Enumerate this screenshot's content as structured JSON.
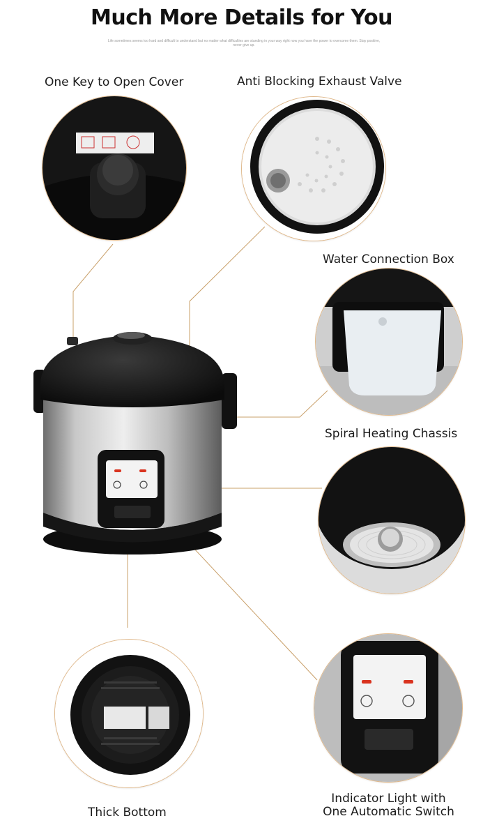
{
  "header": {
    "title": "Much More Details for You",
    "subtitle": "Life sometimes seems too hard and difficult to understand but no matter what difficulties are standing in your way right now you have the power to overcome them. Stay positive, never give up."
  },
  "labels": {
    "one_key": "One Key to Open Cover",
    "exhaust_valve": "Anti Blocking Exhaust Valve",
    "water_box": "Water Connection Box",
    "heating_chassis": "Spiral Heating Chassis",
    "thick_bottom": "Thick Bottom",
    "indicator_line1": "Indicator Light with",
    "indicator_line2": "One Automatic Switch"
  },
  "colors": {
    "accent_line": "#c9a06a",
    "circle_border": "#e0b98c",
    "body_black": "#141414",
    "steel": "#b9b9b9",
    "indicator_red": "#d9331f"
  }
}
